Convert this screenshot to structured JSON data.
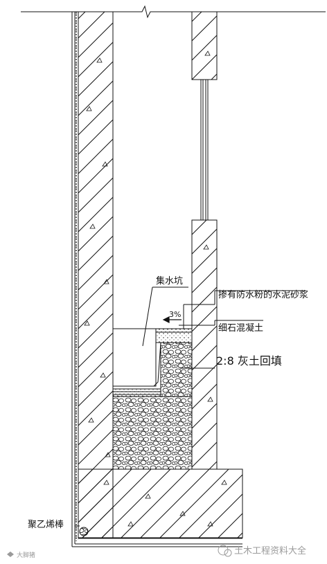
{
  "labels": {
    "sump": "集水坑",
    "mortar": "掺有防水粉的水泥砂浆",
    "fine_concrete": "细石混凝土",
    "lime_soil": "2:8 灰土回填",
    "slope": "3%",
    "polystyrene": "聚乙烯棒"
  },
  "watermark": {
    "left": "大脚猪",
    "right": "土木工程资料大全"
  },
  "colors": {
    "line": "#111111",
    "watermark": "#9a9a9a"
  }
}
